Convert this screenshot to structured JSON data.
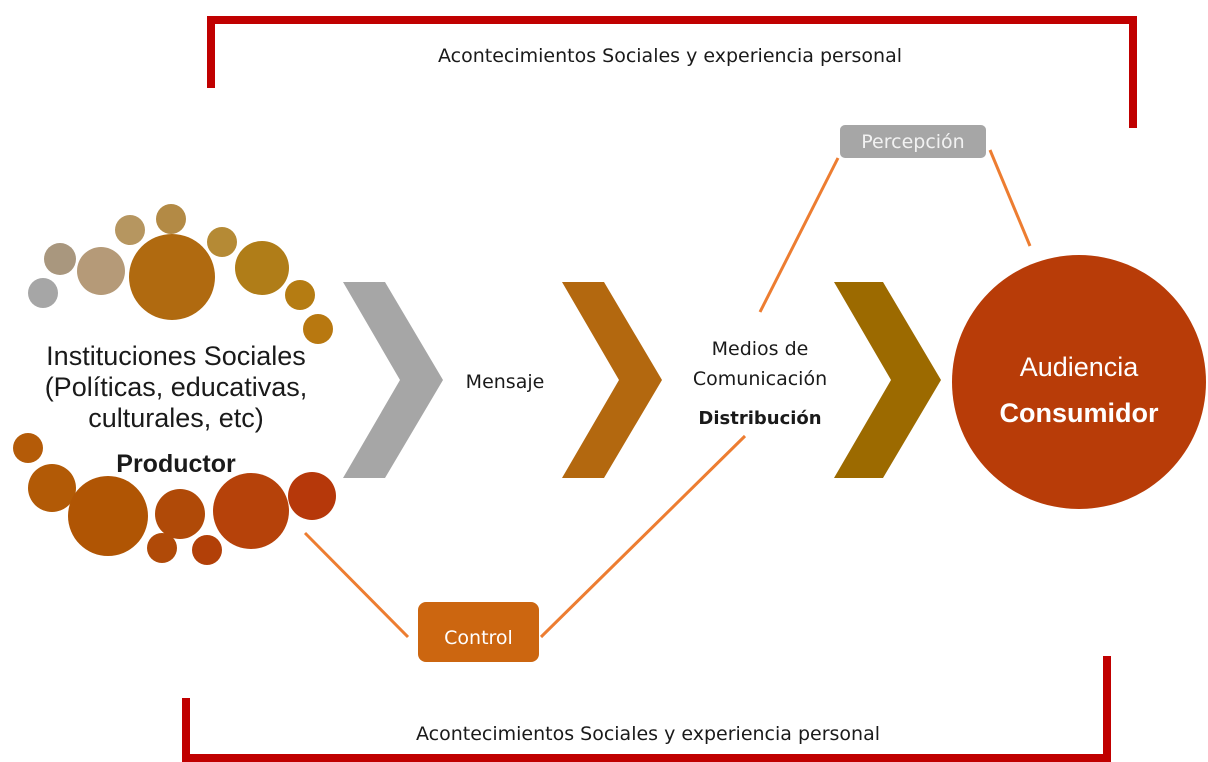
{
  "context": {
    "top_label": "Acontecimientos Sociales y experiencia personal",
    "bottom_label": "Acontecimientos Sociales y experiencia personal"
  },
  "producer": {
    "line1": "Instituciones Sociales",
    "line2": "(Políticas, educativas,",
    "line3": "culturales, etc)",
    "role": "Productor"
  },
  "message": {
    "label": "Mensaje"
  },
  "media": {
    "line1": "Medios de",
    "line2": "Comunicación",
    "role": "Distribución"
  },
  "audience": {
    "label": "Audiencia",
    "role": "Consumidor"
  },
  "perception": {
    "label": "Percepción"
  },
  "control": {
    "label": "Control"
  },
  "colors": {
    "bracket": "#c00000",
    "connector": "#ed7d31",
    "chevron_gray": "#a6a6a6",
    "chevron_orange": "#b3680f",
    "chevron_olive": "#9c6a00",
    "audience_circle": "#b83c08",
    "perception_box": "#a6a6a6",
    "control_box": "#cc6610"
  }
}
